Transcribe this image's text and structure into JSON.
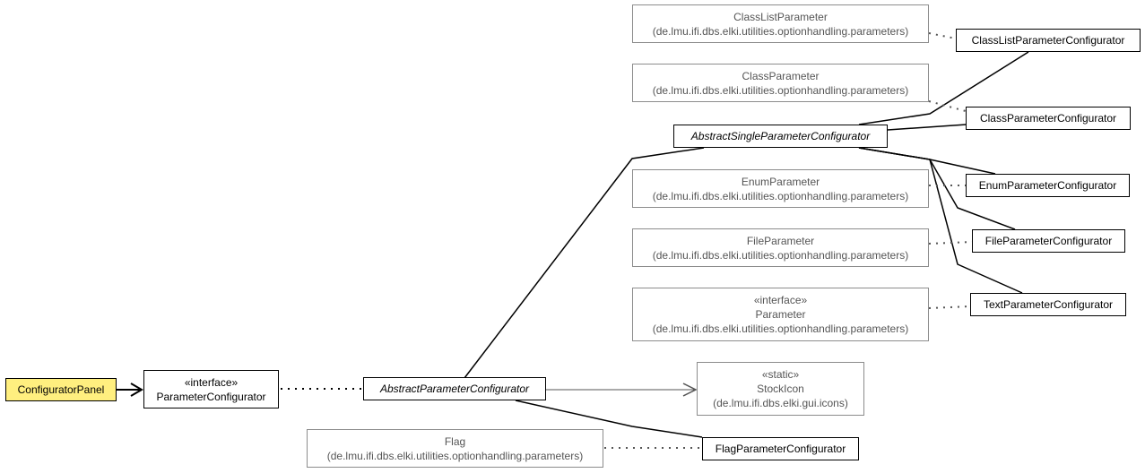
{
  "nodes": {
    "configurator_panel": {
      "name": "ConfiguratorPanel"
    },
    "parameter_configurator": {
      "stereotype": "«interface»",
      "name": "ParameterConfigurator"
    },
    "abstract_parameter_configurator": {
      "name": "AbstractParameterConfigurator"
    },
    "abstract_single_parameter_configurator": {
      "name": "AbstractSingleParameterConfigurator"
    },
    "class_list_parameter": {
      "name": "ClassListParameter",
      "package": "(de.lmu.ifi.dbs.elki.utilities.optionhandling.parameters)"
    },
    "class_parameter": {
      "name": "ClassParameter",
      "package": "(de.lmu.ifi.dbs.elki.utilities.optionhandling.parameters)"
    },
    "enum_parameter": {
      "name": "EnumParameter",
      "package": "(de.lmu.ifi.dbs.elki.utilities.optionhandling.parameters)"
    },
    "file_parameter": {
      "name": "FileParameter",
      "package": "(de.lmu.ifi.dbs.elki.utilities.optionhandling.parameters)"
    },
    "parameter": {
      "stereotype": "«interface»",
      "name": "Parameter",
      "package": "(de.lmu.ifi.dbs.elki.utilities.optionhandling.parameters)"
    },
    "stock_icon": {
      "stereotype": "«static»",
      "name": "StockIcon",
      "package": "(de.lmu.ifi.dbs.elki.gui.icons)"
    },
    "flag": {
      "name": "Flag",
      "package": "(de.lmu.ifi.dbs.elki.utilities.optionhandling.parameters)"
    },
    "class_list_parameter_configurator": {
      "name": "ClassListParameterConfigurator"
    },
    "class_parameter_configurator": {
      "name": "ClassParameterConfigurator"
    },
    "enum_parameter_configurator": {
      "name": "EnumParameterConfigurator"
    },
    "file_parameter_configurator": {
      "name": "FileParameterConfigurator"
    },
    "text_parameter_configurator": {
      "name": "TextParameterConfigurator"
    },
    "flag_parameter_configurator": {
      "name": "FlagParameterConfigurator"
    }
  },
  "colors": {
    "highlight_fill": "#ffef7f",
    "main_border": "#000000",
    "external_border": "#8c8c8c",
    "external_text": "#555555",
    "edge": "#000000",
    "nav_arrow": "#555555"
  }
}
